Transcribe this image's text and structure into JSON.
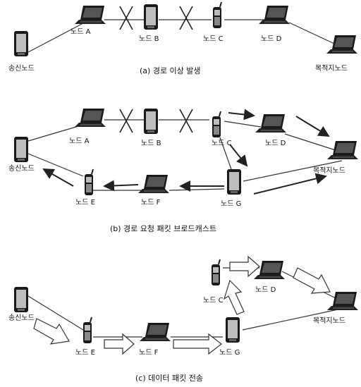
{
  "captions": {
    "a": "(a) 경로 이상 발생",
    "b": "(b) 경로 요청 패킷 브로드캐스트",
    "c": "(c) 데이터 패킷 전송"
  },
  "labels": {
    "source": "송신노드",
    "dest": "목적지노드",
    "nodeA": "노드 A",
    "nodeB": "노드 B",
    "nodeC": "노드 C",
    "nodeD": "노드 D",
    "nodeE": "노드 E",
    "nodeF": "노드 F",
    "nodeG": "노드 G"
  },
  "icons": {
    "pda": "pda-icon",
    "laptop": "laptop-icon",
    "phone": "cellphone-icon",
    "broken_link": "x-mark-icon",
    "request_arrow": "arrow-icon",
    "data_arrow": "hollow-arrow-icon"
  },
  "colors": {
    "line": "#333333",
    "device": "#1a1a1a",
    "screen": "#bdbdbd"
  }
}
